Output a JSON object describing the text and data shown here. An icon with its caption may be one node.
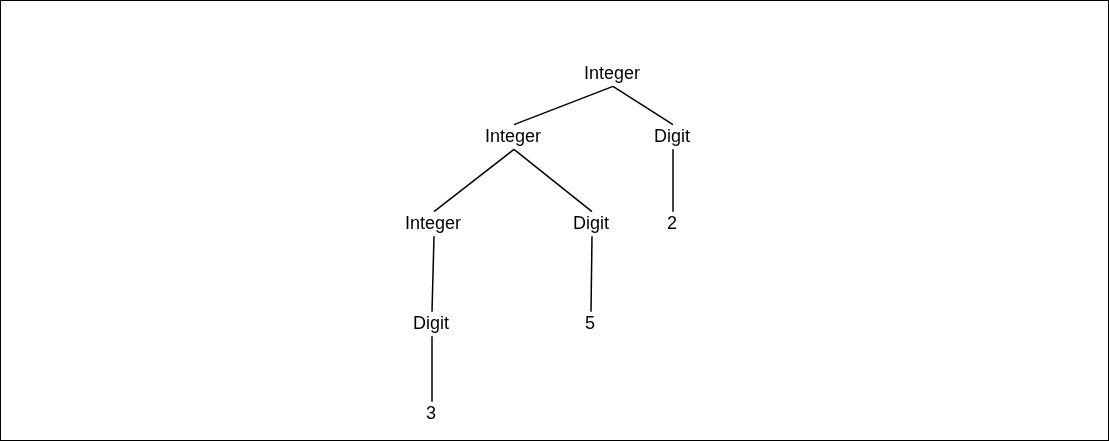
{
  "diagram": {
    "nodes": [
      {
        "text": [
          "Integer"
        ]
      },
      {
        "text": [
          "Integer"
        ]
      },
      {
        "text": [
          "Digit"
        ]
      },
      {
        "text": [
          "Integer"
        ]
      },
      {
        "text": [
          "Digit"
        ]
      },
      {
        "text": [
          "2"
        ]
      },
      {
        "text": [
          "Digit"
        ]
      },
      {
        "text": [
          "5"
        ]
      },
      {
        "text": [
          "3"
        ]
      }
    ],
    "edges": [
      {
        "from": 0,
        "to": 1,
        "arrow": "none"
      },
      {
        "from": 0,
        "to": 2,
        "arrow": "none"
      },
      {
        "from": 1,
        "to": 3,
        "arrow": "none"
      },
      {
        "from": 1,
        "to": 4,
        "arrow": "none"
      },
      {
        "from": 2,
        "to": 5,
        "arrow": "none"
      },
      {
        "from": 3,
        "to": 6,
        "arrow": "none"
      },
      {
        "from": 4,
        "to": 7,
        "arrow": "none"
      },
      {
        "from": 6,
        "to": 8,
        "arrow": "none"
      }
    ]
  }
}
